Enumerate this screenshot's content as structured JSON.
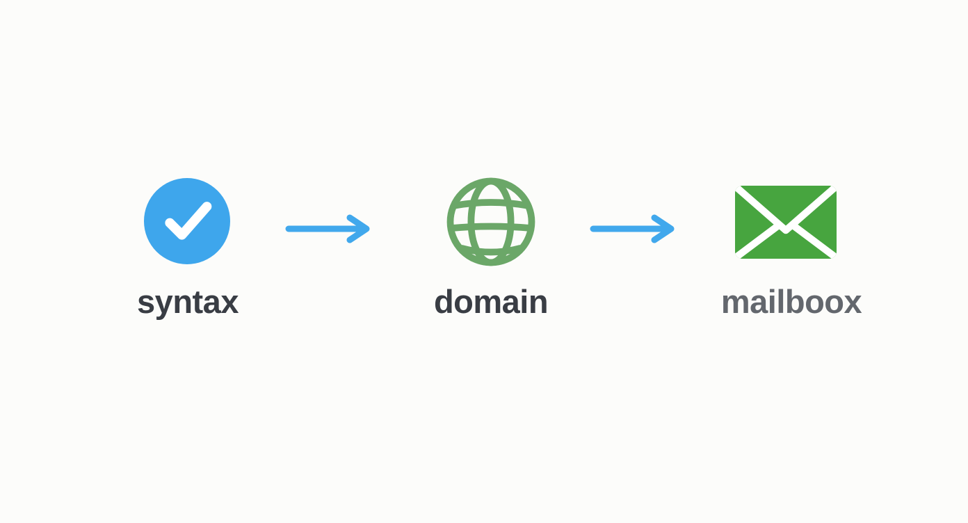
{
  "page": {
    "background_color": "#fcfcfa"
  },
  "diagram": {
    "steps": [
      {
        "label": "syntax",
        "icon": "check-circle-icon",
        "icon_color": "#3ea6ec",
        "glyph_color": "#ffffff",
        "label_color": "#393d44"
      },
      {
        "label": "domain",
        "icon": "globe-icon",
        "icon_color": "#6ba768",
        "label_color": "#393d44"
      },
      {
        "label": "mailboox",
        "icon": "envelope-icon",
        "icon_color": "#47a53f",
        "glyph_color": "#ffffff",
        "label_color": "#63676d"
      }
    ],
    "connectors": [
      {
        "icon": "arrow-right-icon",
        "color": "#41a8ec"
      },
      {
        "icon": "arrow-right-icon",
        "color": "#41a8ec"
      }
    ]
  }
}
